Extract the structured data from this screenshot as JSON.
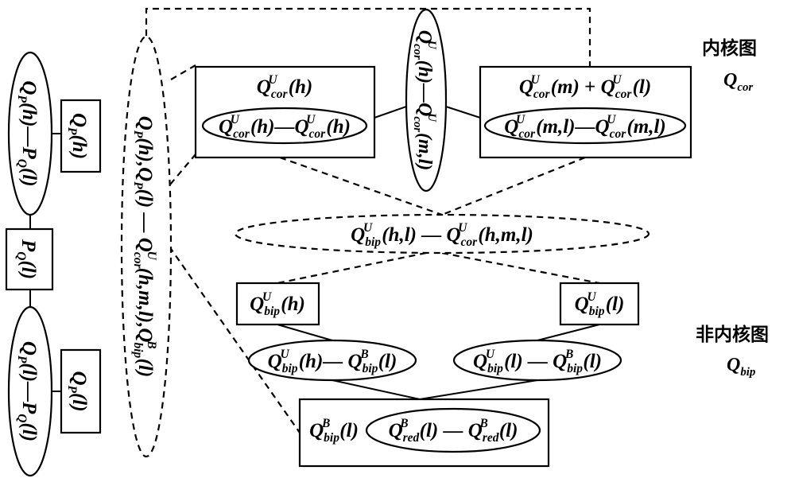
{
  "legend": {
    "core_title": "内核图",
    "core_symbol": {
      "base": "Q",
      "sub": "cor"
    },
    "noncore_title": "非内核图",
    "noncore_symbol": {
      "base": "Q",
      "sub": "bip"
    }
  },
  "core_nodes": {
    "left_box_top": "Q^U_cor(h)",
    "left_box_oval": "Q^U_cor(h) — Q^U_cor(h)",
    "right_box_top": "Q^U_cor(m) + Q^U_cor(l)",
    "right_box_oval": "Q^U_cor(m,l) — Q^U_cor(m,l)",
    "vertical_oval": "Q^U_cor(h) — Q^U_cor(m,l)"
  },
  "bridge_oval": "Q^U_bip(h,l) — Q^U_cor(h,m,l)",
  "bip_nodes": {
    "box_h": "Q^U_bip(h)",
    "box_l": "Q^U_bip(l)",
    "oval_h": "Q^U_bip(h) — Q^B_bip(l)",
    "oval_l": "Q^U_bip(l) — Q^B_bip(l)",
    "bottom_box": "Q^B_bip(l)",
    "bottom_oval": "Q^B_red(l) — Q^B_red(l)"
  },
  "left_chain": {
    "oval_top": "Q_P(h) — P_Q(l)",
    "box_mid": "P_Q(l)",
    "oval_bottom": "Q_P(l) — P_Q(l)",
    "box_top_right": "Q_P(h)",
    "box_bottom_right": "Q_P(l)"
  },
  "big_oval": "Q_P(h), Q_P(l) — Q^U_cor(h,m,l), Q^B_bip(l)",
  "colors": {
    "ink": "#000000",
    "background": "#ffffff"
  }
}
